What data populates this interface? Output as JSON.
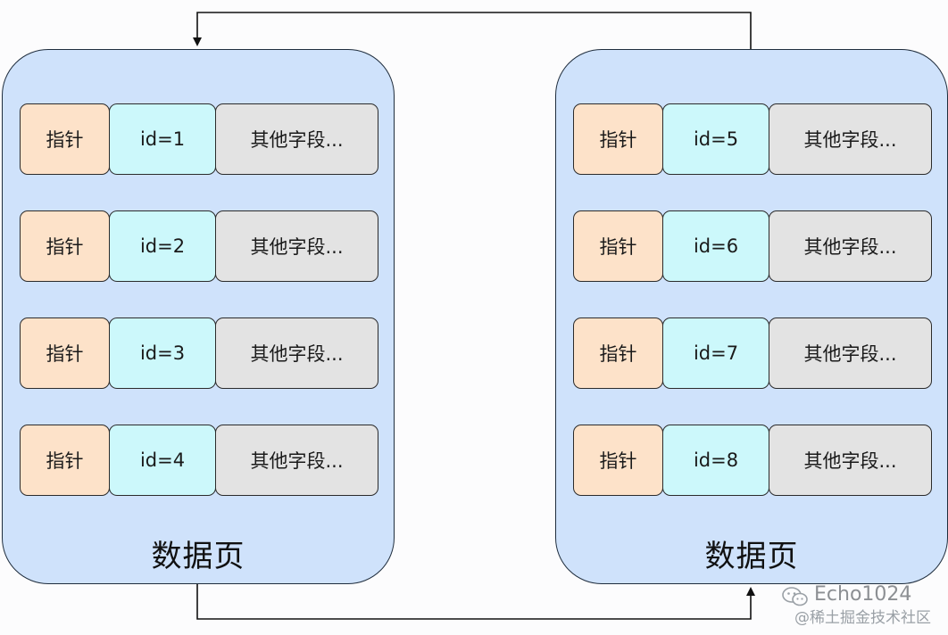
{
  "pages": [
    {
      "label": "数据页",
      "records": [
        {
          "pointer": "指针",
          "id": "id=1",
          "other": "其他字段..."
        },
        {
          "pointer": "指针",
          "id": "id=2",
          "other": "其他字段..."
        },
        {
          "pointer": "指针",
          "id": "id=3",
          "other": "其他字段..."
        },
        {
          "pointer": "指针",
          "id": "id=4",
          "other": "其他字段..."
        }
      ]
    },
    {
      "label": "数据页",
      "records": [
        {
          "pointer": "指针",
          "id": "id=5",
          "other": "其他字段..."
        },
        {
          "pointer": "指针",
          "id": "id=6",
          "other": "其他字段..."
        },
        {
          "pointer": "指针",
          "id": "id=7",
          "other": "其他字段..."
        },
        {
          "pointer": "指针",
          "id": "id=8",
          "other": "其他字段..."
        }
      ]
    }
  ],
  "watermark": {
    "handle": "Echo1024",
    "org": "@稀土掘金技术社区",
    "icon": "wechat-icon"
  },
  "colors": {
    "page_fill": "#cfe2fb",
    "pointer_fill": "#fde2c9",
    "id_fill": "#ccf8fb",
    "other_fill": "#e3e3e3",
    "stroke": "#1a1a1a"
  }
}
